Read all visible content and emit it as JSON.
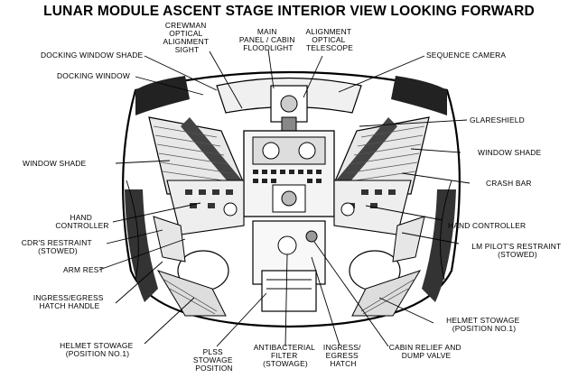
{
  "title": "LUNAR MODULE ASCENT STAGE INTERIOR VIEW LOOKING FORWARD",
  "labels": {
    "crewman_sight": [
      "CREWMAN",
      "OPTICAL",
      "ALIGNMENT",
      "SIGHT"
    ],
    "main_panel": [
      "MAIN",
      "PANEL / CABIN",
      "FLOODLIGHT"
    ],
    "telescope": [
      "ALIGNMENT",
      "OPTICAL",
      "TELESCOPE"
    ],
    "docking_shade": [
      "DOCKING WINDOW SHADE"
    ],
    "docking_window": [
      "DOCKING WINDOW"
    ],
    "sequence_camera": [
      "SEQUENCE CAMERA"
    ],
    "glareshield": [
      "GLARESHIELD"
    ],
    "window_shade_left": [
      "WINDOW SHADE"
    ],
    "window_shade_right": [
      "WINDOW SHADE"
    ],
    "crash_bar": [
      "CRASH BAR"
    ],
    "hand_controller_left": [
      "HAND",
      "CONTROLLER"
    ],
    "hand_controller_right": [
      "HAND CONTROLLER"
    ],
    "cdr_restraint": [
      "CDR'S RESTRAINT",
      "(STOWED)"
    ],
    "lmp_restraint": [
      "LM PILOT'S RESTRAINT",
      "(STOWED)"
    ],
    "arm_rest": [
      "ARM REST"
    ],
    "ingress_handle": [
      "INGRESS/EGRESS",
      "HATCH HANDLE"
    ],
    "helmet_left": [
      "HELMET STOWAGE",
      "(POSITION NO.1)"
    ],
    "helmet_right": [
      "HELMET STOWAGE",
      "(POSITION NO.1)"
    ],
    "plss": [
      "PLSS",
      "STOWAGE",
      "POSITION"
    ],
    "antibacterial": [
      "ANTIBACTERIAL",
      "FILTER",
      "(STOWAGE)"
    ],
    "ingress_hatch": [
      "INGRESS/",
      "EGRESS",
      "HATCH"
    ],
    "cabin_relief": [
      "CABIN RELIEF AND",
      "DUMP VALVE"
    ]
  }
}
